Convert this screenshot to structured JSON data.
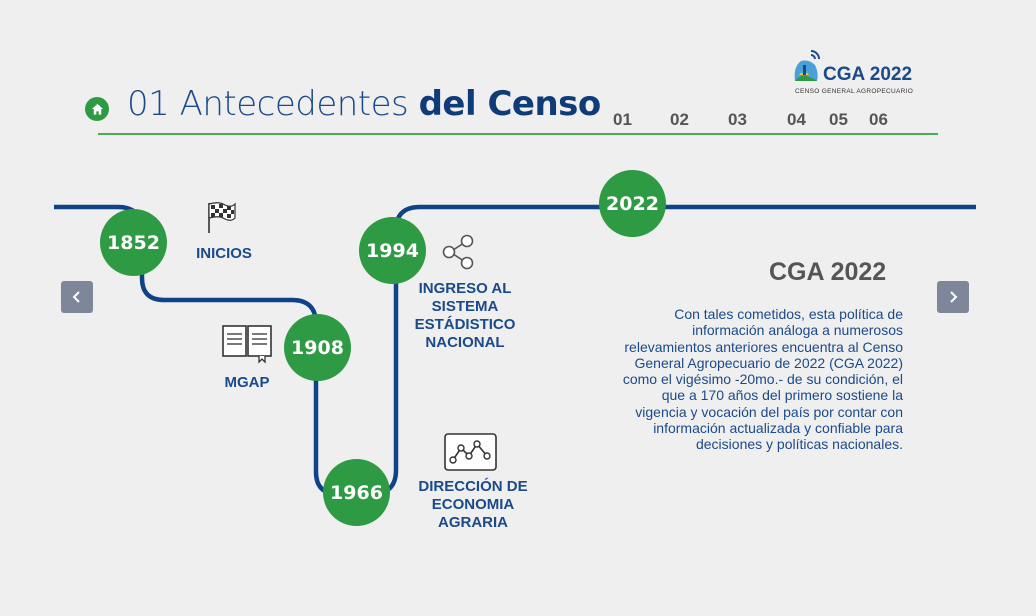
{
  "header": {
    "title_light": "01 Antecedentes",
    "title_bold": "del Censo",
    "nav": [
      "01",
      "02",
      "03",
      "04",
      "05",
      "06"
    ]
  },
  "logo": {
    "name": "CGA 2022",
    "subtitle": "CENSO GENERAL AGROPECUARIO"
  },
  "timeline": {
    "nodes": [
      "1852",
      "1908",
      "1966",
      "1994",
      "2022"
    ],
    "labels": {
      "inicios": "INICIOS",
      "mgap": "MGAP",
      "direccion": [
        "DIRECCIÓN DE",
        "ECONOMIA",
        "AGRARIA"
      ],
      "ingreso": [
        "INGRESO AL",
        "SISTEMA",
        "ESTÁDISTICO",
        "NACIONAL"
      ]
    }
  },
  "panel": {
    "title": "CGA 2022",
    "text": "Con tales cometidos, esta política de información análoga a numerosos relevamientos anteriores encuentra al Censo General Agropecuario de 2022 (CGA 2022) como el vigésimo -20mo.- de su condición, el que a 170 años del primero sostiene la vigencia y vocación del país por contar con información actualizada y confiable para decisiones y políticas nacionales."
  },
  "colors": {
    "background": "#efefef",
    "primary_blue": "#1b4a8a",
    "accent_green": "#2f9a44",
    "track_blue": "#0e438a",
    "arrow_gray": "#7d8799"
  },
  "icons": [
    "home-icon",
    "checkered-flag-icon",
    "open-book-icon",
    "share-icon",
    "line-chart-icon",
    "chevron-left-icon",
    "chevron-right-icon"
  ]
}
